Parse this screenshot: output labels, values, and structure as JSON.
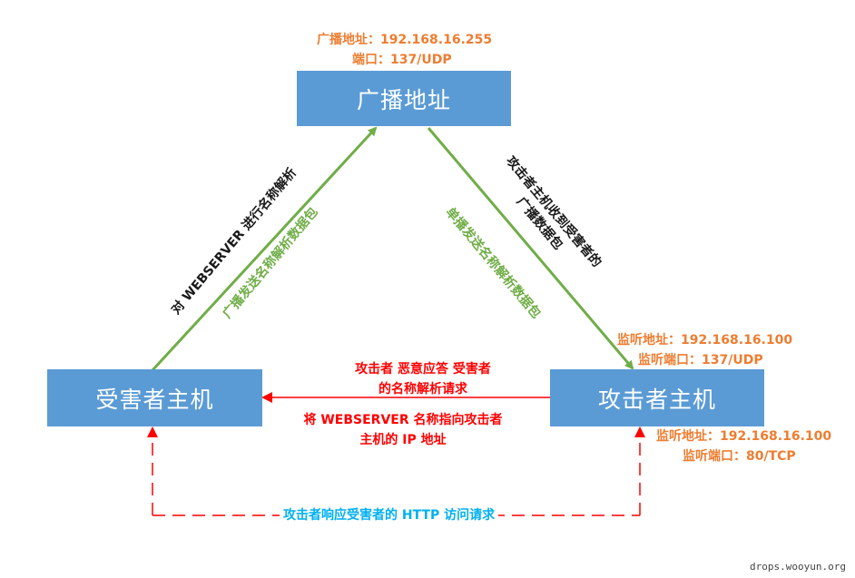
{
  "colors": {
    "box_fill": "#5b9bd5",
    "green_arrow": "#70ad47",
    "red_arrow": "#ff0000",
    "orange_text": "#ed7d31",
    "blue_text": "#00b0f0"
  },
  "nodes": {
    "broadcast": "广播地址",
    "victim": "受害者主机",
    "attacker": "攻击者主机"
  },
  "broadcast_info": {
    "address": "广播地址：192.168.16.255",
    "port": "端口：137/UDP"
  },
  "attacker_udp_info": {
    "address": "监听地址：192.168.16.100",
    "port": "监听端口：137/UDP"
  },
  "attacker_tcp_info": {
    "address": "监听地址：192.168.16.100",
    "port": "监听端口：80/TCP"
  },
  "edges": {
    "left_black": "对 WEBSERVER 进行名称解析",
    "left_green": "广播发送名称解析数据包",
    "right_black_line1": "攻击者主机收到受害者的",
    "right_black_line2": "广播数据包",
    "right_green": "单播发送名称解析数据包",
    "red_top_line1": "攻击者 恶意应答 受害者",
    "red_top_line2": "的名称解析请求",
    "red_bottom_line1": "将 WEBSERVER 名称指向攻击者",
    "red_bottom_line2": "主机的 IP 地址",
    "blue_bottom": "攻击者响应受害者的 HTTP 访问请求"
  },
  "watermark": "drops.wooyun.org"
}
